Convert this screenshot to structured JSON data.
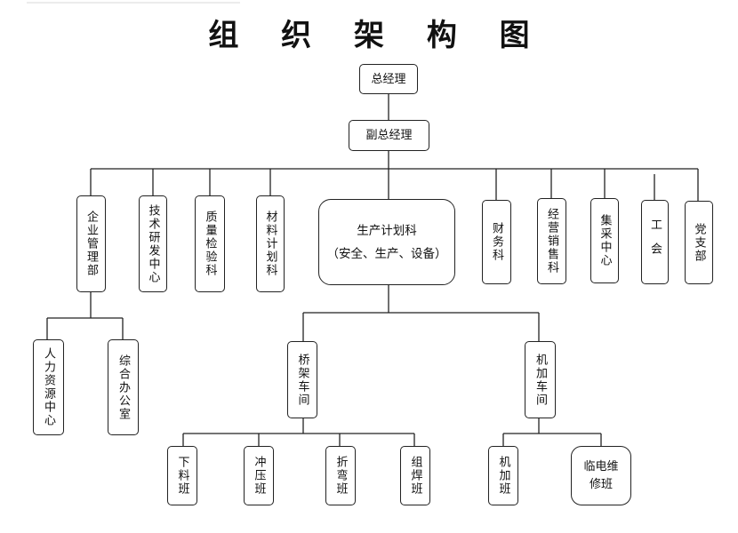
{
  "title": "组 织 架 构 图",
  "nodes": {
    "gm": "总经理",
    "deputy": "副总经理",
    "enterprise_mgmt": "企业管理部",
    "tech_rd": "技术研发中心",
    "quality": "质量检验科",
    "material_plan": "材料计划科",
    "production_plan": "生产计划科",
    "production_plan_sub": "（安全、生产、设备）",
    "finance": "财务科",
    "sales": "经营销售科",
    "procurement": "集采中心",
    "union": "工会",
    "party": "党支部",
    "hr": "人力资源中心",
    "general_office": "综合办公室",
    "bridge_workshop": "桥架车间",
    "machine_workshop": "机加车间",
    "cutting": "下料班",
    "stamping": "冲压班",
    "bending": "折弯班",
    "welding": "组焊班",
    "machining": "机加班",
    "electrical_maint": "临电维修班"
  }
}
